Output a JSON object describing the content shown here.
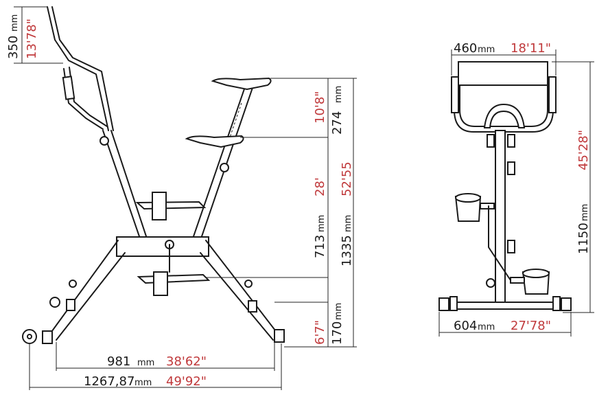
{
  "side_view": {
    "handle_height": {
      "mm": "350",
      "unit": "mm",
      "inch": "13'78\""
    },
    "seat_top": {
      "mm": "274",
      "unit": "mm",
      "inch": "10'8\""
    },
    "seat_mid": {
      "mm": "713",
      "unit": "mm",
      "inch": "28'"
    },
    "total_height": {
      "mm": "1335",
      "unit": "mm",
      "inch": "52'55"
    },
    "foot_height": {
      "mm": "170",
      "unit": "mm",
      "inch": "6'7\""
    },
    "inner_length": {
      "mm": "981",
      "unit": "mm",
      "inch": "38'62\""
    },
    "total_length": {
      "mm": "1267,87",
      "unit": "mm",
      "inch": "49'92\""
    }
  },
  "front_view": {
    "handle_width": {
      "mm": "460",
      "unit": "mm",
      "inch": "18'11\""
    },
    "height": {
      "mm": "1150",
      "unit": "mm",
      "inch": "45'28\""
    },
    "base_width": {
      "mm": "604",
      "unit": "mm",
      "inch": "27'78\""
    }
  },
  "colors": {
    "line": "#1a1a1a",
    "metric": "#1a1a1a",
    "imperial": "#c0393b"
  }
}
